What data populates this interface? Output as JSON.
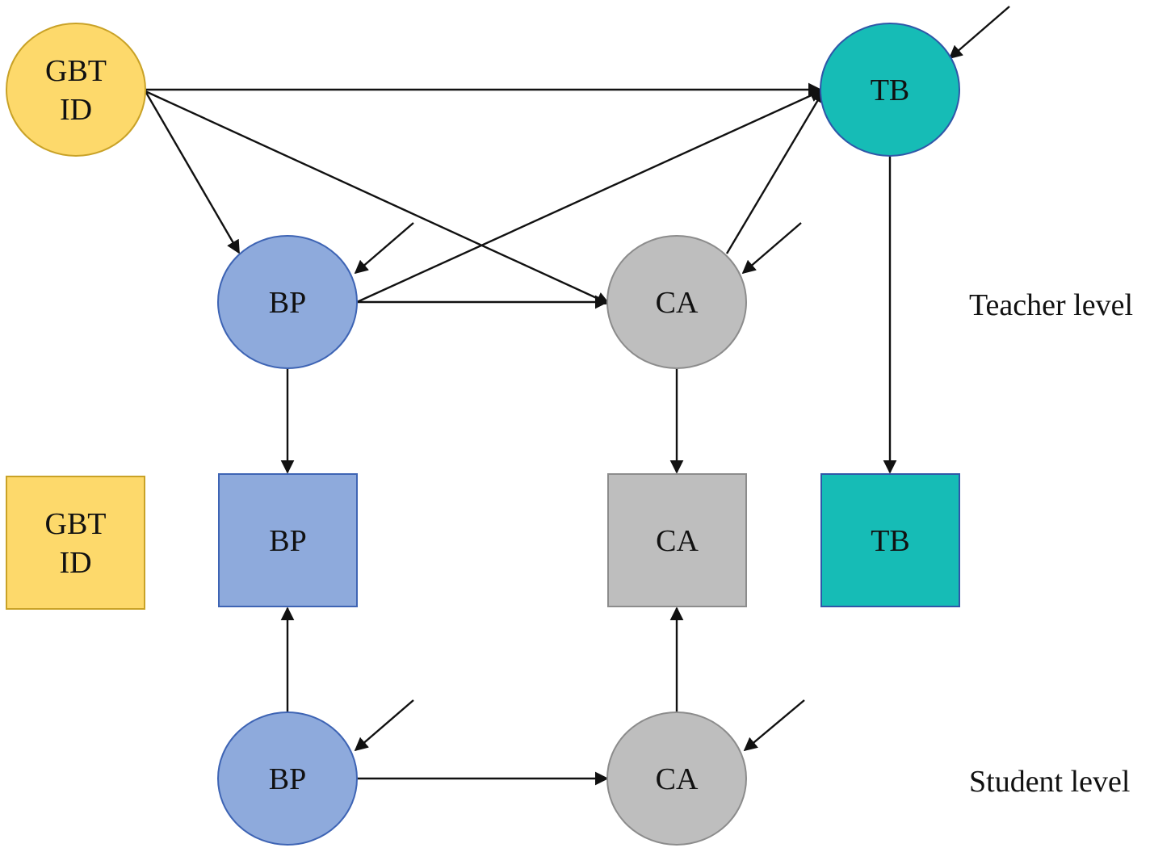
{
  "colors": {
    "gbt_fill": "#fdd96b",
    "gbt_stroke": "#c9a227",
    "bp_fill": "#8eaadc",
    "bp_stroke": "#3e64b4",
    "ca_fill": "#bebebe",
    "ca_stroke": "#8c8c8c",
    "tb_fill": "#16bcb6",
    "tb_stroke": "#2f57a8",
    "edge": "#111111"
  },
  "nodes": {
    "gbt_teacher": [
      "GBT",
      "ID"
    ],
    "tb_teacher": [
      "TB"
    ],
    "bp_teacher": [
      "BP"
    ],
    "ca_teacher": [
      "CA"
    ],
    "gbt_observed": [
      "GBT",
      "ID"
    ],
    "bp_observed": [
      "BP"
    ],
    "ca_observed": [
      "CA"
    ],
    "tb_observed": [
      "TB"
    ],
    "bp_student": [
      "BP"
    ],
    "ca_student": [
      "CA"
    ]
  },
  "levels": {
    "teacher": "Teacher level",
    "student": "Student level"
  },
  "edges": [
    {
      "from": "gbt_teacher",
      "to": "tb_teacher"
    },
    {
      "from": "gbt_teacher",
      "to": "bp_teacher"
    },
    {
      "from": "gbt_teacher",
      "to": "ca_teacher"
    },
    {
      "from": "bp_teacher",
      "to": "tb_teacher"
    },
    {
      "from": "bp_teacher",
      "to": "ca_teacher"
    },
    {
      "from": "ca_teacher",
      "to": "tb_teacher"
    },
    {
      "from": "bp_teacher",
      "to": "bp_observed"
    },
    {
      "from": "ca_teacher",
      "to": "ca_observed"
    },
    {
      "from": "tb_teacher",
      "to": "tb_observed"
    },
    {
      "from": "bp_student",
      "to": "bp_observed"
    },
    {
      "from": "ca_student",
      "to": "ca_observed"
    },
    {
      "from": "bp_student",
      "to": "ca_student"
    }
  ],
  "residuals": [
    "tb_teacher",
    "bp_teacher",
    "ca_teacher",
    "bp_student",
    "ca_student"
  ]
}
